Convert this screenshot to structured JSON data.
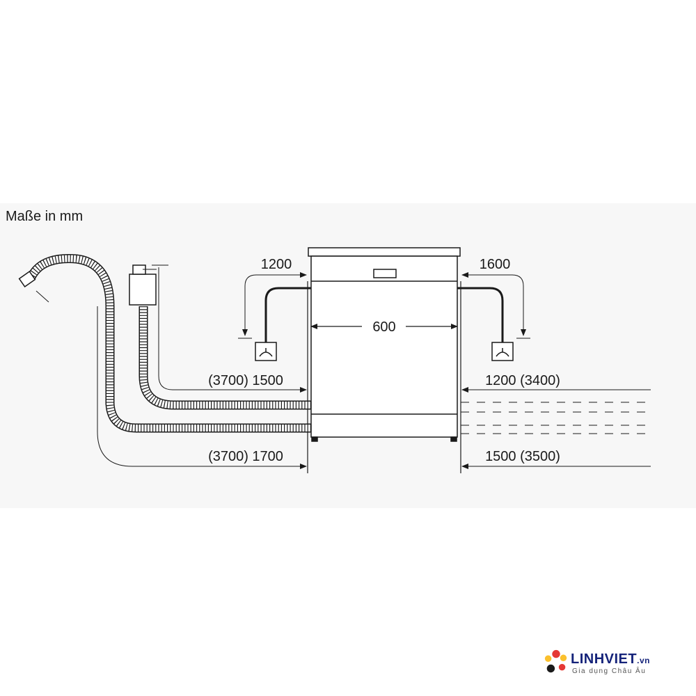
{
  "title": "Maße in mm",
  "dimensions": {
    "width": "600",
    "left_inlet": "1200",
    "right_inlet": "1600",
    "left_upper": "(3700) 1500",
    "left_lower": "(3700) 1700",
    "right_upper": "1200 (3400)",
    "right_lower": "1500 (3500)"
  },
  "logo": {
    "name": "LINHVIET",
    "tld": ".vn",
    "tagline": "Gia dụng Châu Âu"
  },
  "colors": {
    "line": "#1a1a1a",
    "panel_bg": "#f7f7f7",
    "brand": "#15237a"
  }
}
